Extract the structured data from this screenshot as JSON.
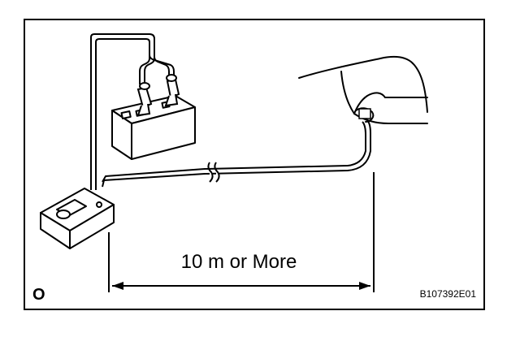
{
  "diagram": {
    "distance_label": "10 m or More",
    "corner_symbol": "O",
    "figure_code": "B107392E01"
  },
  "colors": {
    "line": "#000000",
    "background": "#ffffff"
  }
}
